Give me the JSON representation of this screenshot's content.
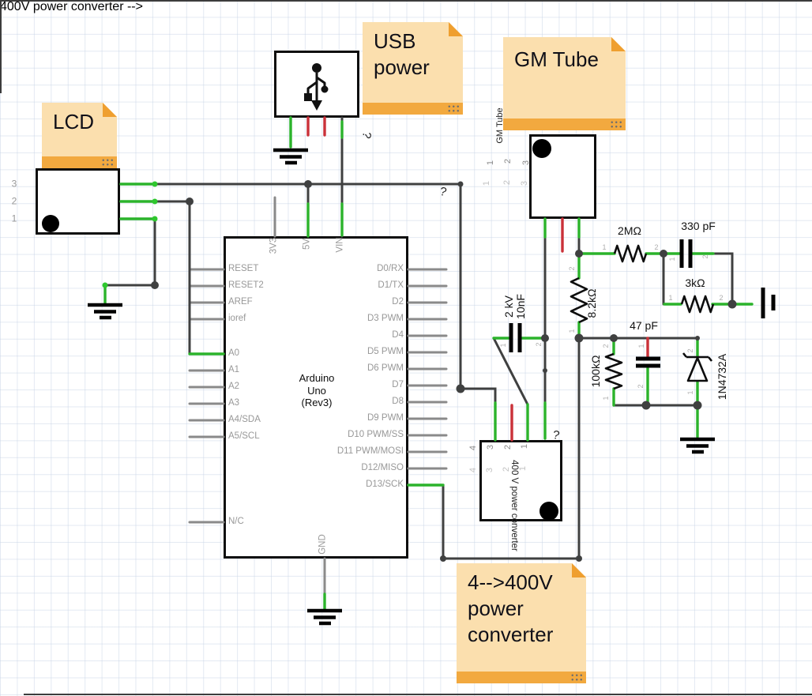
{
  "notes": {
    "lcd": "LCD",
    "usb_line1": "USB",
    "usb_line2": "power",
    "gm": "GM Tube",
    "conv_line1": "4--&gt;400V",
    "conv_line1_plain": "4-->400V",
    "conv_line2": "power",
    "conv_line3": "converter"
  },
  "arduino": {
    "title_line1": "Arduino",
    "title_line2": "Uno",
    "title_line3": "(Rev3)",
    "top_pins": {
      "p3v3": "3V3",
      "p5v": "5V",
      "pvin": "VIN"
    },
    "bottom_pin": "GND",
    "left_pins": [
      "RESET",
      "RESET2",
      "AREF",
      "ioref",
      "A0",
      "A1",
      "A2",
      "A3",
      "A4/SDA",
      "A5/SCL",
      "N/C"
    ],
    "right_pins": [
      "D0/RX",
      "D1/TX",
      "D2",
      "D3 PWM",
      "D4",
      "D5 PWM",
      "D6 PWM",
      "D7",
      "D8",
      "D9 PWM",
      "D10 PWM/SS",
      "D11 PWM/MOSI",
      "D12/MISO",
      "D13/SCK"
    ]
  },
  "components": {
    "r_2m": "2MΩ",
    "c_330": "330 pF",
    "r_3k": "3kΩ",
    "r_8k2": "8.2kΩ",
    "c_47": "47 pF",
    "r_100k": "100kΩ",
    "zener": "1N4732A",
    "hv_cap_line1": "2 kV",
    "hv_cap_line2": "10nF",
    "converter": "400 V power converter",
    "gm_part": "GM Tube"
  },
  "pin_numbers": {
    "lcd": [
      "3",
      "2",
      "1"
    ],
    "gm": [
      "1",
      "2",
      "3"
    ],
    "converter": [
      "4",
      "3",
      "2",
      "1"
    ],
    "n1": "1",
    "n2": "2"
  },
  "marks": {
    "question": "?"
  },
  "colors": {
    "wire": "#3f4040",
    "connected_leg": "#2bb32b",
    "unconnected_leg": "#ca3139",
    "pin_stub": "#8a8a8a",
    "note_bg": "#fbdfae",
    "note_bar": "#f2a93f",
    "note_fold": "#ef9f2f"
  }
}
